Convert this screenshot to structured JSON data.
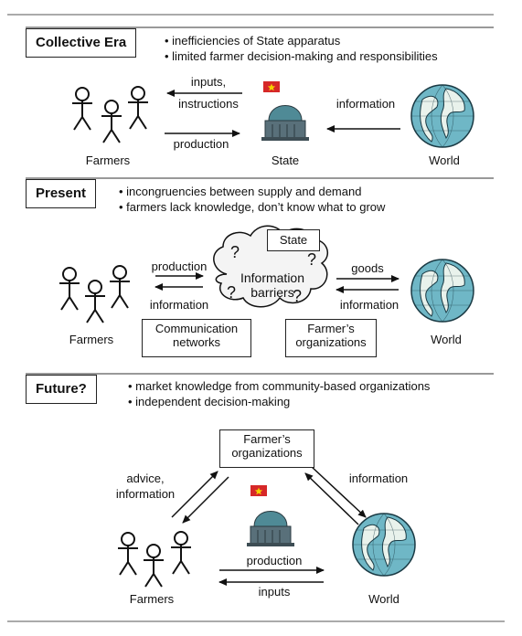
{
  "sections": [
    {
      "title": "Collective Era",
      "bullets": [
        "• inefficiencies of State apparatus",
        "• limited farmer decision-making and responsibilities"
      ]
    },
    {
      "title": "Present",
      "bullets": [
        "• incongruencies between supply and demand",
        "• farmers lack knowledge, don’t know what to grow"
      ]
    },
    {
      "title": "Future?",
      "bullets": [
        "• market knowledge from community-based organizations",
        "• independent decision-making"
      ]
    }
  ],
  "collective": {
    "farmers": "Farmers",
    "state": "State",
    "world": "World",
    "inputs_1": "inputs,",
    "inputs_2": "instructions",
    "production": "production",
    "information": "information"
  },
  "present": {
    "farmers": "Farmers",
    "world": "World",
    "state_box": "State",
    "production": "production",
    "information_left": "information",
    "goods": "goods",
    "information_right": "information",
    "cloud_1": "Information",
    "cloud_2": "barriers",
    "comm_1": "Communication",
    "comm_2": "networks",
    "org_1": "Farmer’s",
    "org_2": "organizations"
  },
  "future": {
    "org_1": "Farmer’s",
    "org_2": "organizations",
    "advice_1": "advice,",
    "advice_2": "information",
    "information": "information",
    "production": "production",
    "inputs": "inputs",
    "farmers": "Farmers",
    "world": "World"
  }
}
